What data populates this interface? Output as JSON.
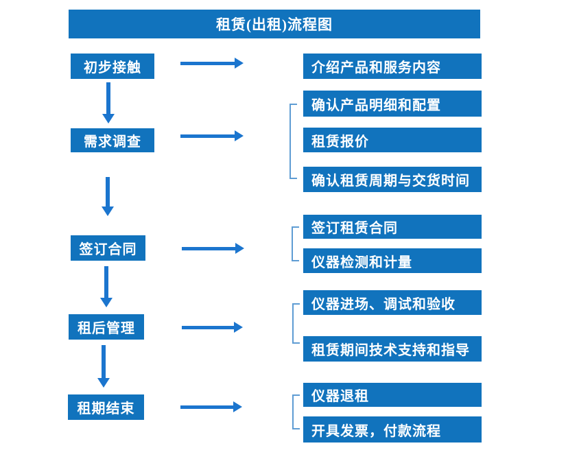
{
  "title": "租赁(出租)流程图",
  "colors": {
    "box_blue": "#1173BD",
    "arrow_blue": "#1B75CE",
    "bracket_blue": "#5E9CD3",
    "text_white": "#FFFFFF"
  },
  "steps": [
    {
      "label": "初步接触",
      "details": [
        "介绍产品和服务内容"
      ]
    },
    {
      "label": "需求调查",
      "details": [
        "确认产品明细和配置",
        "租赁报价",
        "确认租赁周期与交货时间"
      ]
    },
    {
      "label": "签订合同",
      "details": [
        "签订租赁合同",
        "仪器检测和计量"
      ]
    },
    {
      "label": "租后管理",
      "details": [
        "仪器进场、调试和验收",
        "租赁期间技术支持和指导"
      ]
    },
    {
      "label": "租期结束",
      "details": [
        "仪器退租",
        "开具发票，付款流程"
      ]
    }
  ]
}
